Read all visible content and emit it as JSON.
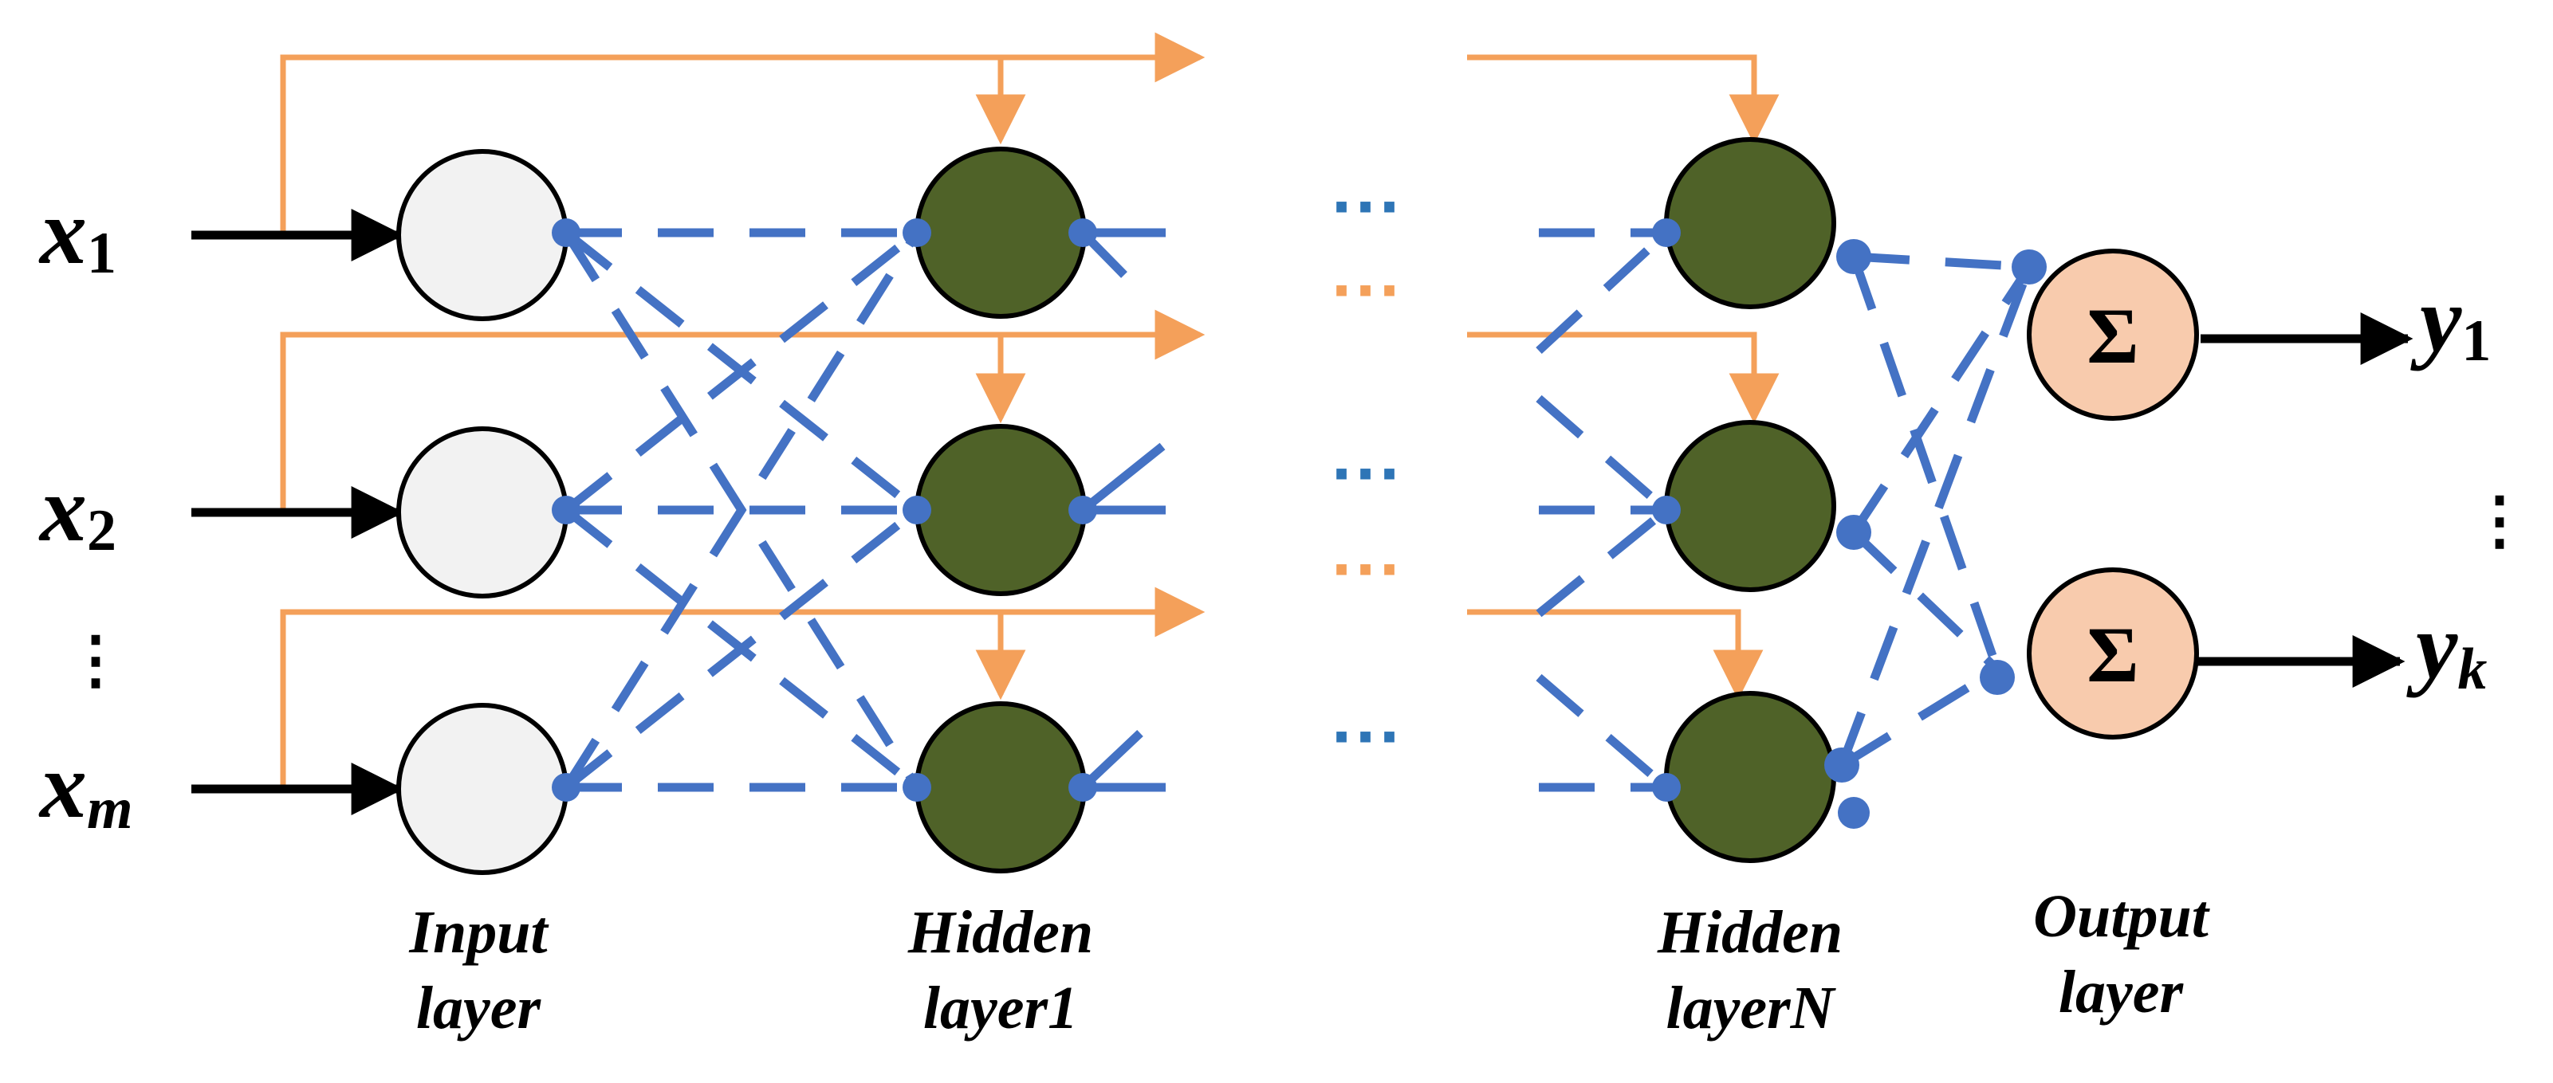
{
  "inputs": [
    {
      "var": "x",
      "sub": "1"
    },
    {
      "var": "x",
      "sub": "2"
    },
    {
      "var": "x",
      "sub": "m"
    }
  ],
  "outputs": [
    {
      "var": "y",
      "sub": "1"
    },
    {
      "var": "y",
      "sub": "k"
    }
  ],
  "ellipsis": "⋮",
  "dots_text": "···",
  "sigma_symbol": "Σ",
  "captions": {
    "input": {
      "line1": "Input",
      "line2": "layer"
    },
    "hidden1": {
      "line1": "Hidden",
      "line2": "layer1"
    },
    "hiddenN": {
      "line1": "Hidden",
      "line2": "layerN"
    },
    "output": {
      "line1": "Output",
      "line2": "layer"
    }
  },
  "colors": {
    "input_node": "#F2F2F2",
    "hidden_node": "#4F6228",
    "output_node": "#F8CBAD",
    "connection_blue": "#4472C4",
    "skip_orange": "#F4A05A",
    "dots_blue": "#2E75B6",
    "dots_orange": "#F4A05A"
  }
}
